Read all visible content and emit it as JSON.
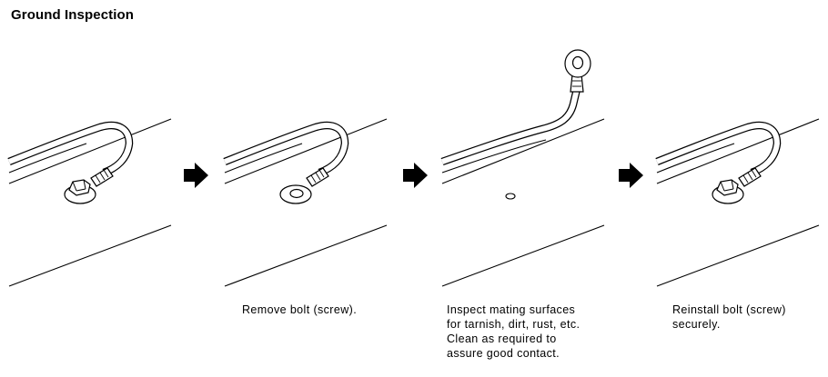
{
  "title": "Ground Inspection",
  "steps": [
    {
      "caption": ""
    },
    {
      "caption": "Remove bolt (screw)."
    },
    {
      "caption": "Inspect mating surfaces\nfor tarnish, dirt, rust, etc.\nClean as required to\nassure good contact."
    },
    {
      "caption": "Reinstall bolt (screw)\nsecurely."
    }
  ]
}
